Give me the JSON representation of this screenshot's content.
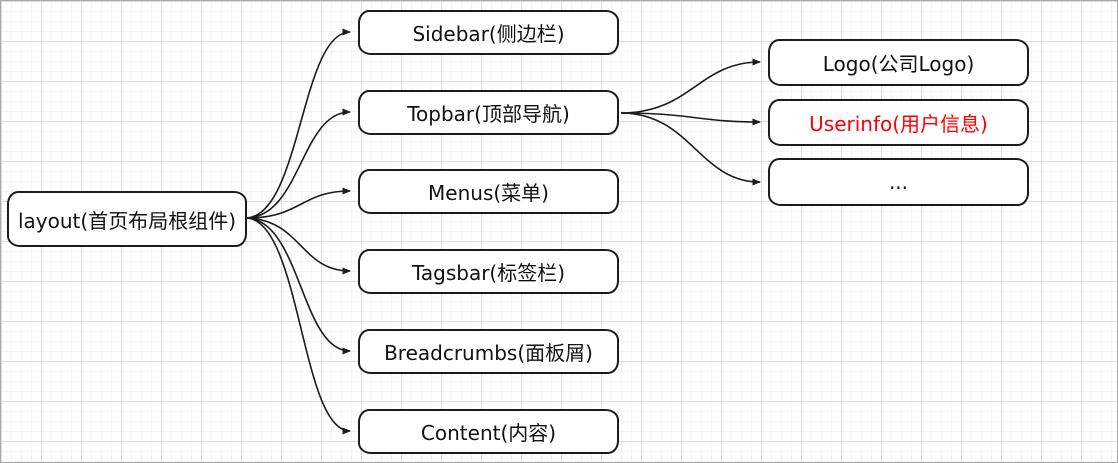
{
  "diagram": {
    "title": "layout component mind map",
    "root": {
      "label": "layout(首页布局根组件)",
      "text_color": "#111111"
    },
    "children": [
      {
        "id": "sidebar",
        "label": "Sidebar(侧边栏)",
        "text_color": "#111111"
      },
      {
        "id": "topbar",
        "label": "Topbar(顶部导航)",
        "text_color": "#111111"
      },
      {
        "id": "menus",
        "label": "Menus(菜单)",
        "text_color": "#111111"
      },
      {
        "id": "tagsbar",
        "label": "Tagsbar(标签栏)",
        "text_color": "#111111"
      },
      {
        "id": "breadcrumbs",
        "label": "Breadcrumbs(面板屑)",
        "text_color": "#111111"
      },
      {
        "id": "content",
        "label": "Content(内容)",
        "text_color": "#111111"
      }
    ],
    "topbar_children": [
      {
        "id": "logo",
        "label": "Logo(公司Logo)",
        "text_color": "#111111"
      },
      {
        "id": "userinfo",
        "label": "Userinfo(用户信息)",
        "text_color": "#fe0000"
      },
      {
        "id": "more",
        "label": "...",
        "text_color": "#111111"
      }
    ],
    "style": {
      "node_border_color": "#1c1c1c",
      "node_fill": "#ffffff",
      "edge_color": "#1c1c1c",
      "accent_red": "#fe0000",
      "grid_minor_color": "#f6f4f4",
      "grid_major_color": "#dedcdc",
      "canvas_background": "#ffffff"
    }
  }
}
